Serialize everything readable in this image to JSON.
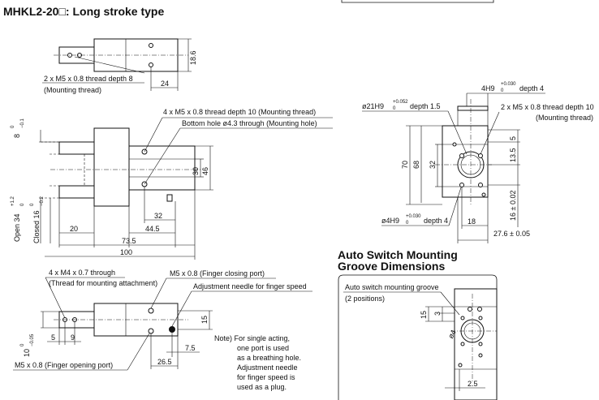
{
  "titles": {
    "main": "MHKL2-20□: Long stroke type",
    "auto_switch_line1": "Auto Switch Mounting",
    "auto_switch_line2": "Groove Dimensions"
  },
  "top_view": {
    "thread_label": "2 x M5 x 0.8 thread depth 8",
    "thread_note": "(Mounting thread)",
    "dim_24": "24",
    "dim_18_6": "18.6"
  },
  "side_view": {
    "thread_label": "4 x M5 x 0.8 thread depth 10 (Mounting thread)",
    "bottom_hole": "Bottom hole ø4.3 through (Mounting hole)",
    "dim_32": "32",
    "dim_44_5": "44.5",
    "dim_20": "20",
    "dim_73_5": "73.5",
    "dim_100": "100",
    "dim_30": "30",
    "dim_46": "46",
    "dim_8_main": "8",
    "dim_8_tol_upper": "0",
    "dim_8_tol_lower": "−0.1",
    "open_main": "Open 34",
    "open_tol_upper": "+1.2",
    "open_tol_lower": "0",
    "closed_main": "Closed 16",
    "closed_tol_upper": "0",
    "closed_tol_lower": "−0.2"
  },
  "end_view": {
    "bore_main": "ø21H9",
    "bore_tol_upper": "+0.052",
    "bore_tol_lower": "0",
    "bore_depth": "depth 1.5",
    "pin_top_main": "4H9",
    "pin_top_tol_upper": "+0.030",
    "pin_top_tol_lower": "0",
    "pin_top_depth": "depth 4",
    "thread_label": "2 x M5 x 0.8 thread depth 10",
    "thread_note": "(Mounting thread)",
    "dim_70": "70",
    "dim_68": "68",
    "dim_32": "32",
    "dim_5": "5",
    "dim_13_5": "13.5",
    "dim_16": "16 ± 0.02",
    "pin_bottom_main": "ø4H9",
    "pin_bottom_tol_upper": "+0.030",
    "pin_bottom_tol_lower": "0",
    "pin_bottom_depth": "depth 4",
    "dim_18": "18",
    "dim_27_6": "27.6 ± 0.05"
  },
  "bottom_view": {
    "m4_label": "4 x M4 x 0.7 through",
    "m4_note": "(Thread for mounting attachment)",
    "closing_port": "M5 x 0.8 (Finger closing port)",
    "needle": "Adjustment needle for finger speed",
    "opening_port": "M5 x 0.8 (Finger opening port)",
    "dim_15": "15",
    "dim_7_5": "7.5",
    "dim_26_5": "26.5",
    "dim_5": "5",
    "dim_9": "9",
    "dim_10_main": "10",
    "dim_10_tol_upper": "0",
    "dim_10_tol_lower": "−0.05"
  },
  "note": {
    "lines": [
      "Note) For single acting,",
      "one port is used",
      "as a breathing hole.",
      "Adjustment needle",
      "for finger speed is",
      "used as a plug."
    ]
  },
  "auto_switch": {
    "groove_label": "Auto switch mounting groove",
    "positions": "(2 positions)",
    "dim_15": "15",
    "dim_3": "3",
    "dim_phi4": "ø4",
    "dim_2_5": "2.5"
  }
}
